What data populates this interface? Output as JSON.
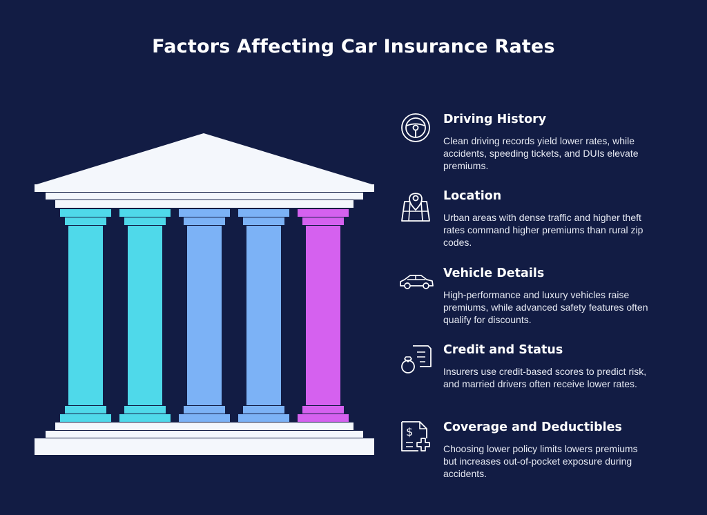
{
  "title": "Factors Affecting Car Insurance Rates",
  "colors": {
    "background": "#121c44",
    "roof": "#f4f7fc",
    "cyan": "#4fd9ea",
    "blue": "#7cb2f6",
    "magenta": "#d561ef"
  },
  "pillars": [
    {
      "factor": "Driving History",
      "color": "#4fd9ea"
    },
    {
      "factor": "Location",
      "color": "#4fd9ea"
    },
    {
      "factor": "Vehicle Details",
      "color": "#7cb2f6"
    },
    {
      "factor": "Credit and Status",
      "color": "#7cb2f6"
    },
    {
      "factor": "Coverage and Deductibles",
      "color": "#d561ef"
    }
  ],
  "factors": [
    {
      "icon": "steering-wheel-icon",
      "name": "Driving History",
      "description": "Clean driving records yield lower rates, while accidents, speeding tickets, and DUIs elevate premiums."
    },
    {
      "icon": "map-pin-icon",
      "name": "Location",
      "description": "Urban areas with dense traffic and higher theft rates command higher premiums than rural zip codes."
    },
    {
      "icon": "car-icon",
      "name": "Vehicle Details",
      "description": "High-performance and luxury vehicles raise premiums, while advanced safety features often qualify for discounts."
    },
    {
      "icon": "ring-document-icon",
      "name": "Credit and Status",
      "description": "Insurers use credit-based scores to predict risk, and married drivers often receive lower rates."
    },
    {
      "icon": "dollar-document-plus-icon",
      "name": "Coverage and Deductibles",
      "description": "Choosing lower policy limits lowers premiums but increases out-of-pocket exposure during accidents."
    }
  ]
}
